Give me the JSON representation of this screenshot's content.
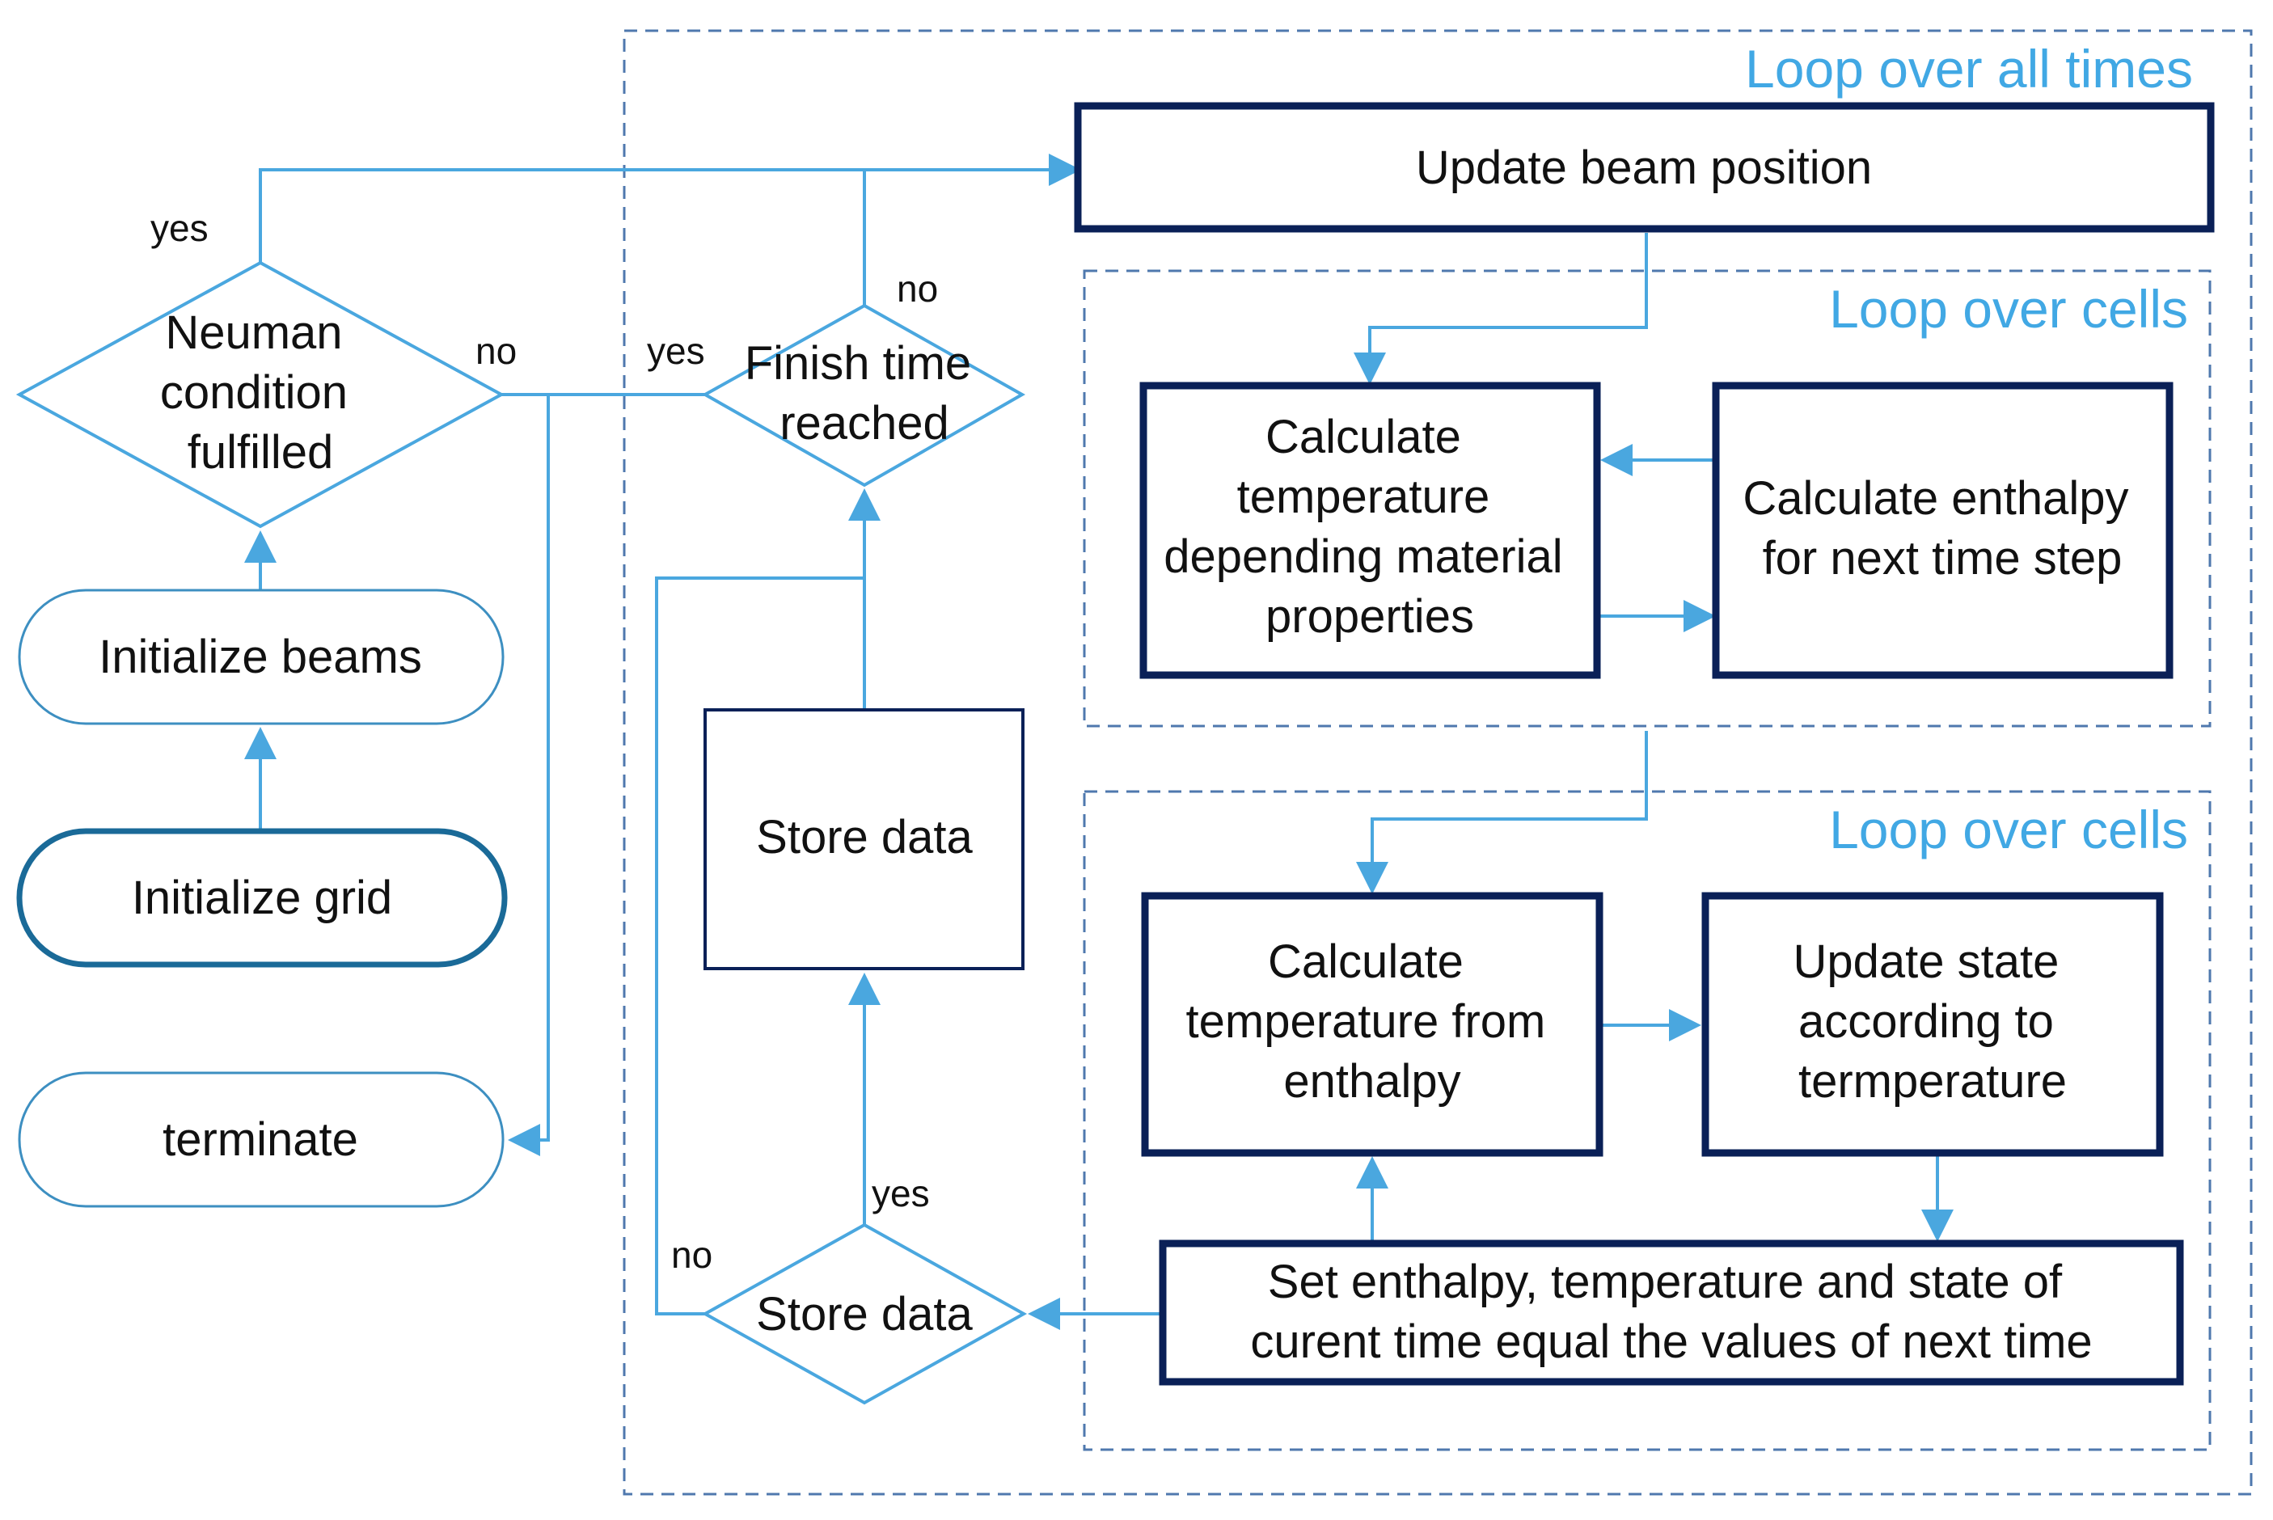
{
  "colors": {
    "dark_box": "#0a2057",
    "light_line": "#4aa7df",
    "frame": "#4f78ae",
    "loop_title": "#41a8e4",
    "terminal_border": "#3d8fc1",
    "terminal_border_bold": "#1a6a98"
  },
  "loops": {
    "all_times": "Loop over all times",
    "cells_1": "Loop over cells",
    "cells_2": "Loop over cells"
  },
  "nodes": {
    "update_beam": "Update beam position",
    "calc_temp_material": [
      "Calculate",
      "temperature",
      "depending material",
      "properties"
    ],
    "calc_enthalpy": [
      "Calculate enthalpy",
      "for next time step"
    ],
    "calc_temp_enthalpy": [
      "Calculate",
      "temperature from",
      "enthalpy"
    ],
    "update_state": [
      "Update state",
      "according to",
      "termperature"
    ],
    "set_values": [
      "Set enthalpy, temperature and state of",
      "curent time equal the values of next time"
    ],
    "store_data_box": "Store data",
    "store_data_decision": "Store data",
    "finish_time": [
      "Finish time",
      "reached"
    ],
    "neuman": [
      "Neuman",
      "condition",
      "fulfilled"
    ],
    "init_beams": "Initialize beams",
    "init_grid": "Initialize grid",
    "terminate": "terminate"
  },
  "labels": {
    "neuman_yes": "yes",
    "neuman_no": "no",
    "finish_yes": "yes",
    "finish_no": "no",
    "store_yes": "yes",
    "store_no": "no"
  }
}
